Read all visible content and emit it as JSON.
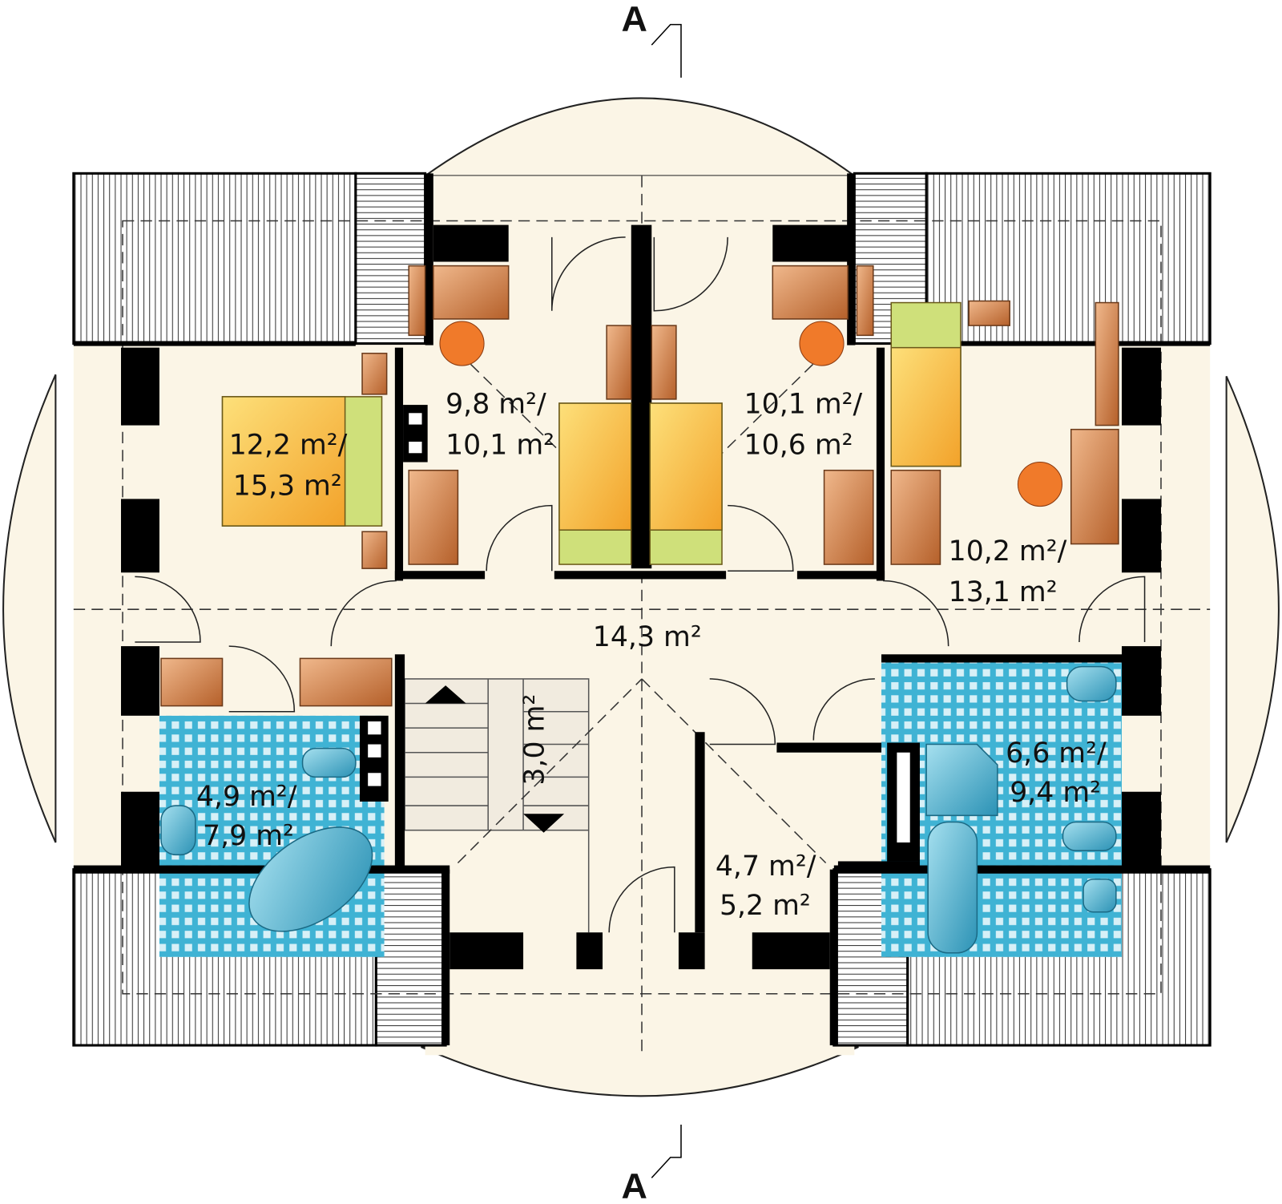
{
  "section_marks": {
    "top": "A",
    "bottom": "A"
  },
  "rooms": [
    {
      "id": "bedroom-left",
      "line1": "12,2 m²/",
      "line2": "15,3 m²"
    },
    {
      "id": "room-top-center-left",
      "line1": "9,8 m²/",
      "line2": "10,1 m²"
    },
    {
      "id": "room-top-center-right",
      "line1": "10,1 m²/",
      "line2": "10,6 m²"
    },
    {
      "id": "room-right",
      "line1": "10,2 m²/",
      "line2": "13,1 m²"
    },
    {
      "id": "hall",
      "line1": "14,3 m²"
    },
    {
      "id": "stairs",
      "line1": "3,0 m²"
    },
    {
      "id": "bathroom-left",
      "line1": "4,9 m²/",
      "line2": "7,9 m²"
    },
    {
      "id": "bathroom-right",
      "line1": "6,6 m²/",
      "line2": "9,4 m²"
    },
    {
      "id": "wardrobe-room",
      "line1": "4,7 m²/",
      "line2": "5,2 m²"
    }
  ],
  "colors": {
    "floor": "#fbf5e6",
    "wall": "#000000",
    "furniture": "#c97a45",
    "bed": "#f6c04a",
    "pillow": "#cfe07a",
    "tile": "#3fb3d4",
    "chair": "#f07a2a"
  }
}
